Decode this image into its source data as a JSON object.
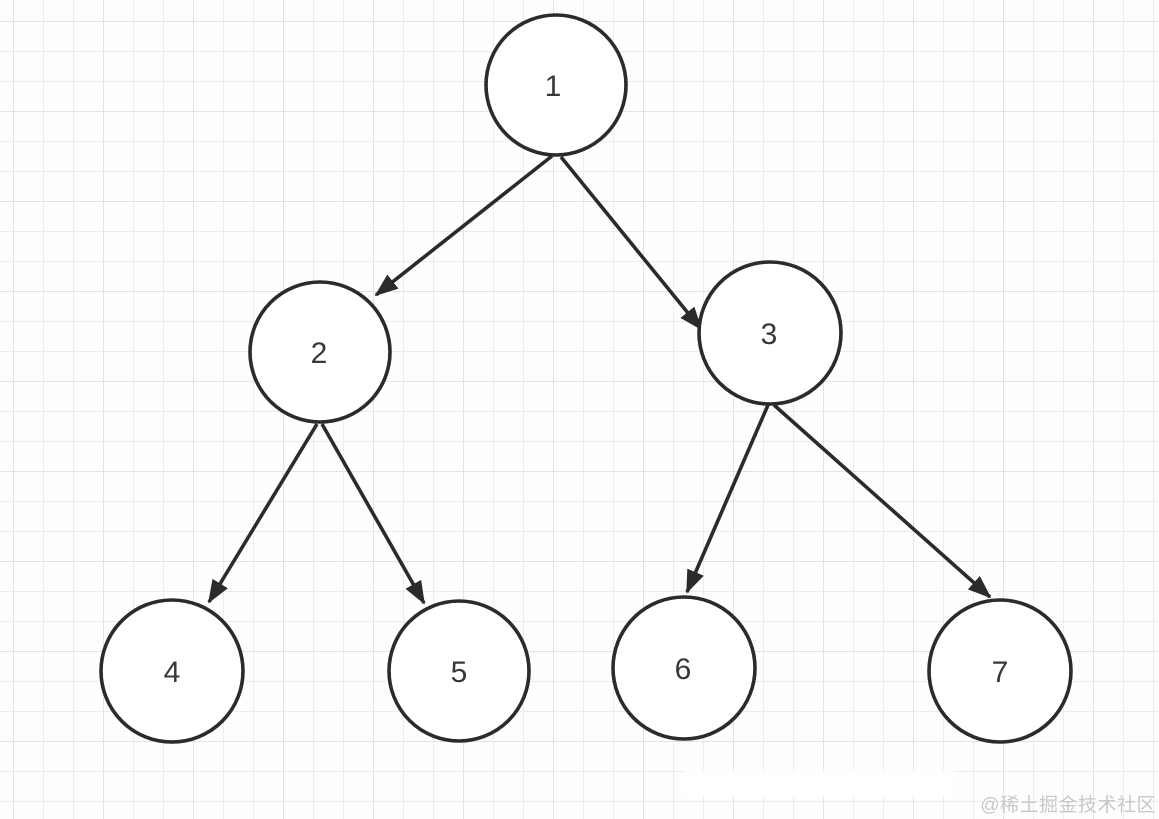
{
  "diagram": {
    "type": "binary-tree",
    "title": "binary tree with 7 nodes on grid paper",
    "nodes": [
      {
        "id": "1",
        "label": "1"
      },
      {
        "id": "2",
        "label": "2"
      },
      {
        "id": "3",
        "label": "3"
      },
      {
        "id": "4",
        "label": "4"
      },
      {
        "id": "5",
        "label": "5"
      },
      {
        "id": "6",
        "label": "6"
      },
      {
        "id": "7",
        "label": "7"
      }
    ],
    "edges": [
      {
        "from": "1",
        "to": "2"
      },
      {
        "from": "1",
        "to": "3"
      },
      {
        "from": "2",
        "to": "4"
      },
      {
        "from": "2",
        "to": "5"
      },
      {
        "from": "3",
        "to": "6"
      },
      {
        "from": "3",
        "to": "7"
      }
    ],
    "colors": {
      "background": "#fefefe",
      "grid_line_minor": "#ececec",
      "grid_line_major": "#e3e3e3",
      "node_stroke": "#2b2b2b",
      "node_fill": "#ffffff",
      "label_text": "#383838",
      "watermark_text": "#c8c8c8"
    }
  },
  "watermark": {
    "text": "@稀土掘金技术社区"
  }
}
